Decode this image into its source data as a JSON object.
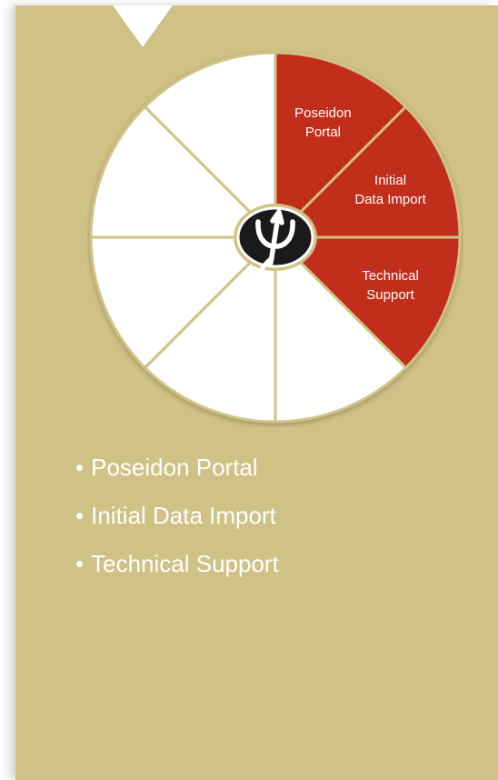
{
  "colors": {
    "background": "#d0c185",
    "highlight": "#c22e1f",
    "segment_fill": "#ffffff",
    "divider": "#d0c185",
    "logo_fill": "#1a1a1a",
    "text": "#ffffff"
  },
  "wheel": {
    "segments": [
      {
        "label_lines": [
          "Poseidon",
          "Portal"
        ],
        "highlighted": true
      },
      {
        "label_lines": [
          "Initial",
          "Data Import"
        ],
        "highlighted": true
      },
      {
        "label_lines": [
          "Technical",
          "Support"
        ],
        "highlighted": true
      },
      {
        "label_lines": [],
        "highlighted": false
      },
      {
        "label_lines": [],
        "highlighted": false
      },
      {
        "label_lines": [],
        "highlighted": false
      },
      {
        "label_lines": [],
        "highlighted": false
      },
      {
        "label_lines": [],
        "highlighted": false
      }
    ],
    "center_logo": "psi-trident-icon"
  },
  "bullets": {
    "marker": "•",
    "items": [
      "Poseidon Portal",
      "Initial Data Import",
      "Technical Support"
    ]
  }
}
